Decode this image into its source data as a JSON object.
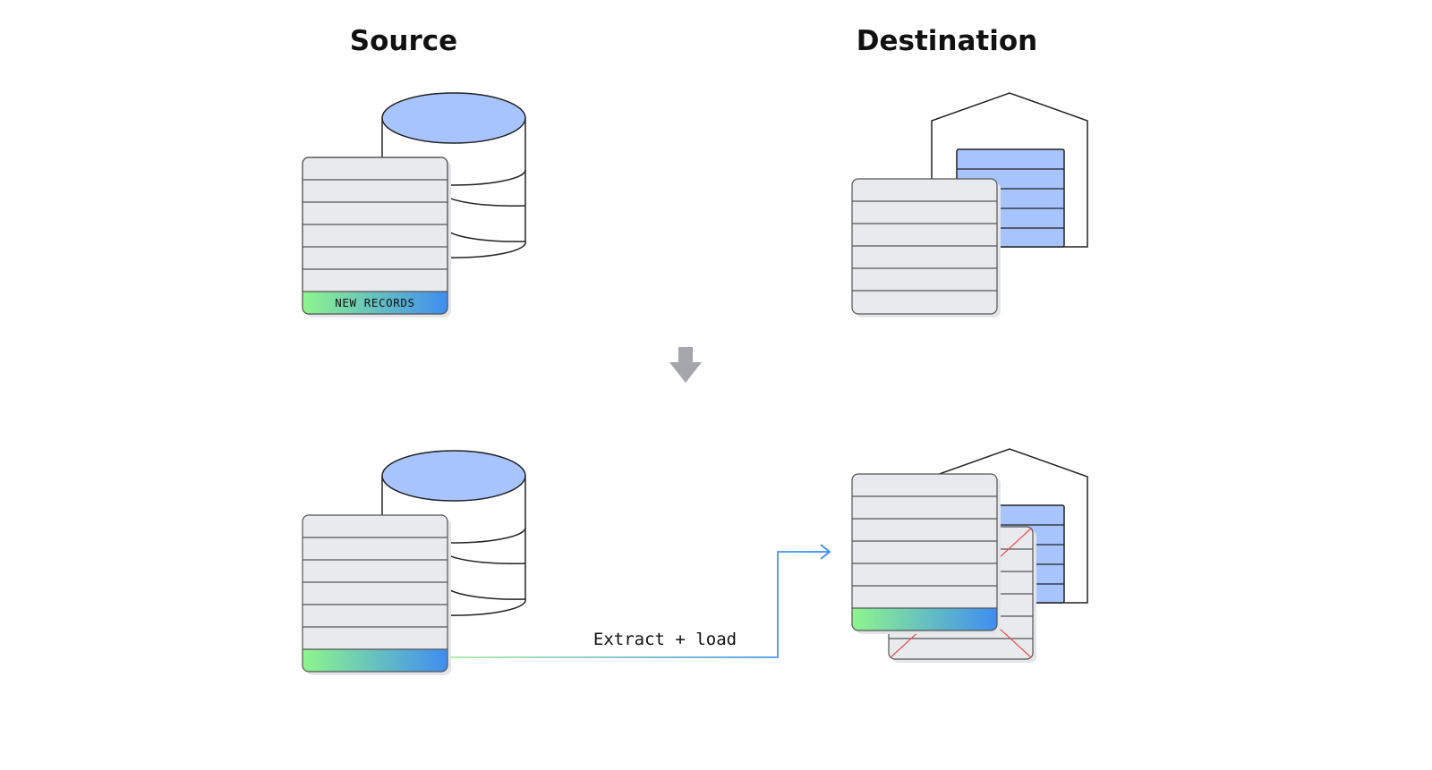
{
  "headings": {
    "source": "Source",
    "destination": "Destination"
  },
  "source_table": {
    "badge": "NEW RECORDS"
  },
  "flow": {
    "label": "Extract + load"
  },
  "icons": [
    "database-icon",
    "warehouse-icon",
    "table-icon",
    "down-arrow-icon",
    "flow-arrow-icon"
  ],
  "colors": {
    "db_top": "#a8c4ff",
    "warehouse_door": "#a8c4ff",
    "table_fill": "#e9eaed",
    "gradient_start": "#8ef58c",
    "gradient_end": "#3f8df2",
    "deleted_mark": "#f04a4a",
    "arrow_gray": "#a5a6ab",
    "stroke": "#222222"
  }
}
